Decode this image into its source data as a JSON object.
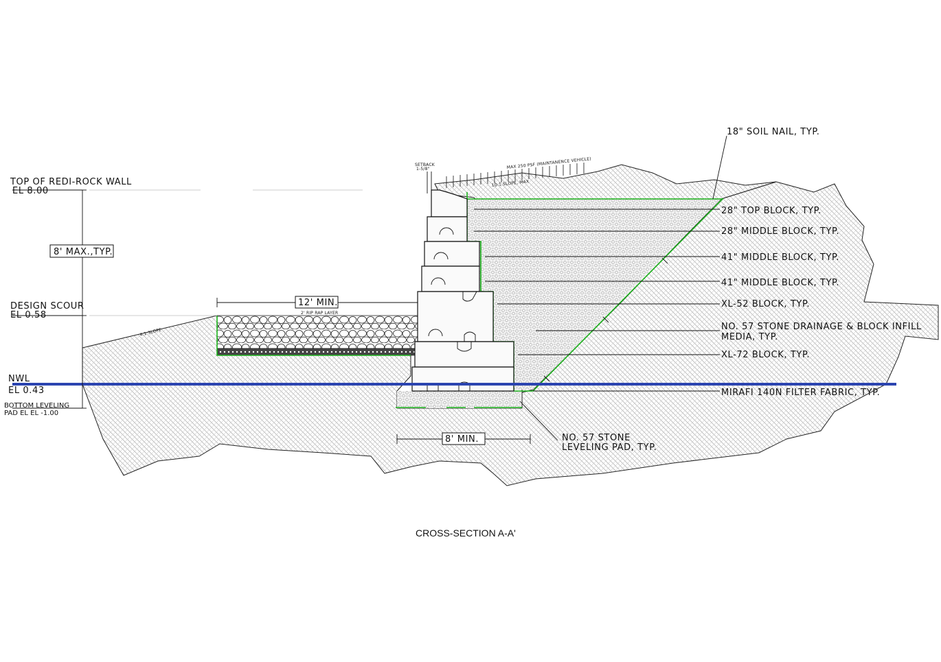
{
  "title": "CROSS-SECTION A-A'",
  "elevations": {
    "top_wall_line1": "TOP OF REDI-ROCK WALL",
    "top_wall_line2": "EL 8.00",
    "design_scour_line1": "DESIGN SCOUR",
    "design_scour_line2": "EL 0.58",
    "nwl_line1": "NWL",
    "nwl_line2": "EL 0.43",
    "bottom_pad_line1": "BOTTOM LEVELING",
    "bottom_pad_line2": "PAD EL EL -1.00"
  },
  "dimensions": {
    "wall_height": "8' MAX.,TYP.",
    "rip_rap_width": "12' MIN.",
    "pad_width": "8' MIN."
  },
  "small_notes": {
    "setback_line1": "SETBACK",
    "setback_line2": "1-5/8\"",
    "surcharge": "MAX 250 PSF (MAINTANENCE VEHICLE)",
    "top_slope": "10:1 SLOPE, MAX",
    "rip_rap_layer": "2' RIP RAP LAYER",
    "toe_slope": "4:1 SLOPE"
  },
  "callouts": {
    "soil_nail": "18\" SOIL NAIL, TYP.",
    "top_block": "28\" TOP BLOCK, TYP.",
    "middle_block_28": "28\" MIDDLE BLOCK, TYP.",
    "middle_block_41a": "41\" MIDDLE BLOCK, TYP.",
    "middle_block_41b": "41\" MIDDLE BLOCK, TYP.",
    "xl52": "XL-52 BLOCK, TYP.",
    "drainage_line1": "NO. 57 STONE DRAINAGE & BLOCK INFILL",
    "drainage_line2": "MEDIA, TYP.",
    "xl72": "XL-72 BLOCK, TYP.",
    "filter_fabric": "MIRAFI 140N FILTER FABRIC, TYP.",
    "leveling_line1": "NO. 57 STONE",
    "leveling_line2": "LEVELING PAD, TYP."
  },
  "colors": {
    "water_line": "#2b44b0",
    "fabric": "#1bb21b",
    "ink": "#111111"
  }
}
